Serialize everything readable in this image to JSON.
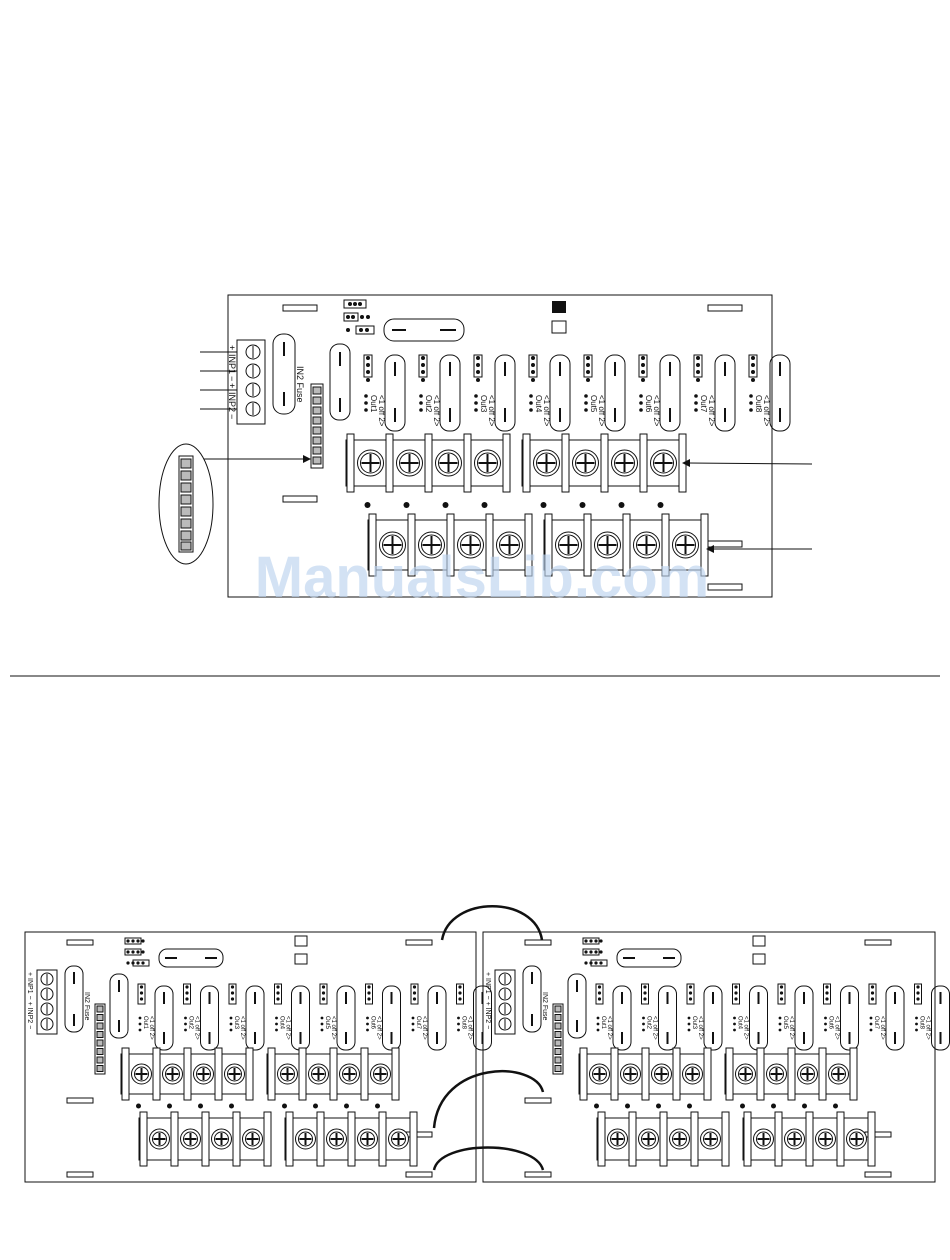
{
  "watermark": "ManualsLib.com",
  "board": {
    "input_label_1": "INP1",
    "input_label_2": "INP2",
    "input_labels_combined": "+ INP1 − + INP2 −",
    "fuse_label": "IN2 Fuse",
    "plus": "+",
    "minus": "−",
    "jumper_text": "<1 off 2>",
    "outputs": [
      "Out1",
      "Out2",
      "Out3",
      "Out4",
      "Out5",
      "Out6",
      "Out7",
      "Out8"
    ]
  },
  "colors": {
    "line": "#111111",
    "terminal_fill": "#ffffff",
    "watermark": "#bcd3ee"
  }
}
